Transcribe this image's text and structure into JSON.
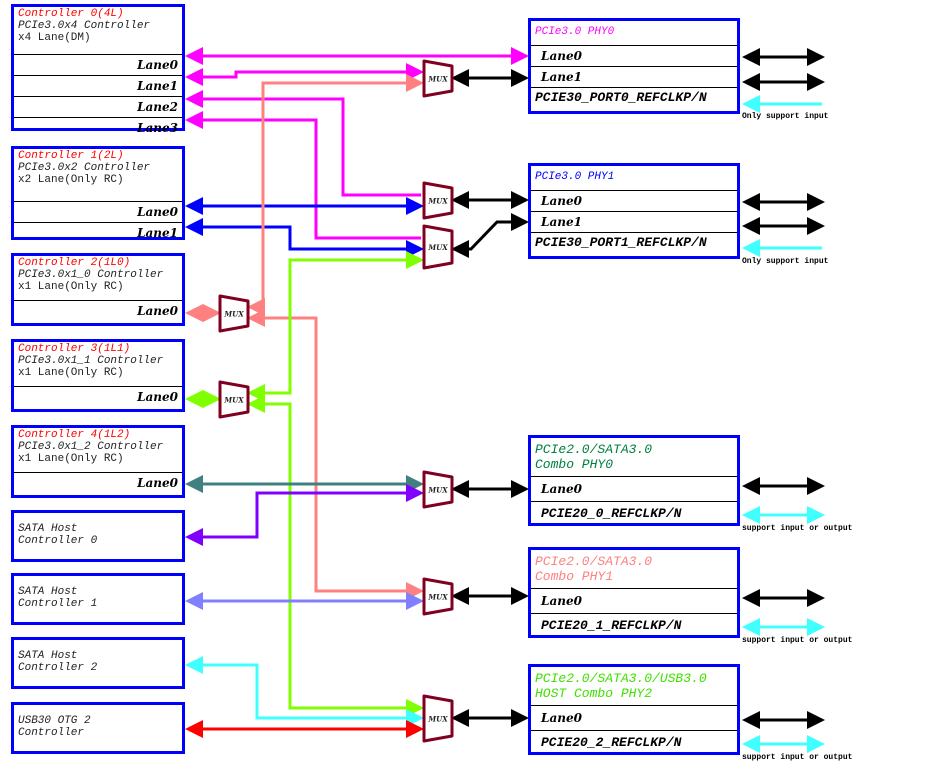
{
  "colors": {
    "box_border": "#0000ff",
    "mux_border": "#800020",
    "magenta": "#ff00ff",
    "salmon": "#ff8080",
    "blue": "#0000ff",
    "green": "#80ff00",
    "teal": "#408080",
    "purple": "#8000ff",
    "periwinkle": "#8080ff",
    "cyan": "#40ffff",
    "red": "#ff0000",
    "black": "#000000"
  },
  "mux_label": "MUX",
  "controllers": [
    {
      "title": "Controller 0(4L)",
      "line1": "PCIe3.0x4 Controller",
      "line2": "x4 Lane(DM)",
      "lanes": [
        "Lane0",
        "Lane1",
        "Lane2",
        "Lane3"
      ]
    },
    {
      "title": "Controller 1(2L)",
      "line1": "PCIe3.0x2 Controller",
      "line2": "x2 Lane(Only RC)",
      "lanes": [
        "Lane0",
        "Lane1"
      ]
    },
    {
      "title": "Controller 2(1L0)",
      "line1": "PCIe3.0x1_0 Controller",
      "line2": "x1 Lane(Only RC)",
      "lanes": [
        "Lane0"
      ]
    },
    {
      "title": "Controller 3(1L1)",
      "line1": "PCIe3.0x1_1 Controller",
      "line2": "x1 Lane(Only RC)",
      "lanes": [
        "Lane0"
      ]
    },
    {
      "title": "Controller 4(1L2)",
      "line1": "PCIe3.0x1_2 Controller",
      "line2": "x1 Lane(Only RC)",
      "lanes": [
        "Lane0"
      ]
    }
  ],
  "host_controllers": [
    {
      "line1": "SATA Host",
      "line2": "Controller 0"
    },
    {
      "line1": "SATA Host",
      "line2": "Controller 1"
    },
    {
      "line1": "SATA Host",
      "line2": "Controller 2"
    },
    {
      "line1": "USB30 OTG 2",
      "line2": "Controller"
    }
  ],
  "phys": [
    {
      "title1": "PCIe3.0 PHY0",
      "title2": "",
      "title_color": "#ff00ff",
      "lanes": [
        "Lane0",
        "Lane1"
      ],
      "clock": "PCIE30_PORT0_REFCLKP/N",
      "note": "Only support input"
    },
    {
      "title1": "PCIe3.0 PHY1",
      "title2": "",
      "title_color": "#0000ff",
      "lanes": [
        "Lane0",
        "Lane1"
      ],
      "clock": "PCIE30_PORT1_REFCLKP/N",
      "note": "Only support input"
    },
    {
      "title1": "PCIe2.0/SATA3.0",
      "title2": "Combo PHY0",
      "title_color": "#008040",
      "lanes": [
        "Lane0"
      ],
      "clock": "PCIE20_0_REFCLKP/N",
      "note": "support input or output"
    },
    {
      "title1": "PCIe2.0/SATA3.0",
      "title2": "Combo PHY1",
      "title_color": "#ff8080",
      "lanes": [
        "Lane0"
      ],
      "clock": "PCIE20_1_REFCLKP/N",
      "note": "support input or output"
    },
    {
      "title1": "PCIe2.0/SATA3.0/USB3.0",
      "title2": "HOST Combo PHY2",
      "title_color": "#40e000",
      "lanes": [
        "Lane0"
      ],
      "clock": "PCIE20_2_REFCLKP/N",
      "note": "support input or output"
    }
  ]
}
